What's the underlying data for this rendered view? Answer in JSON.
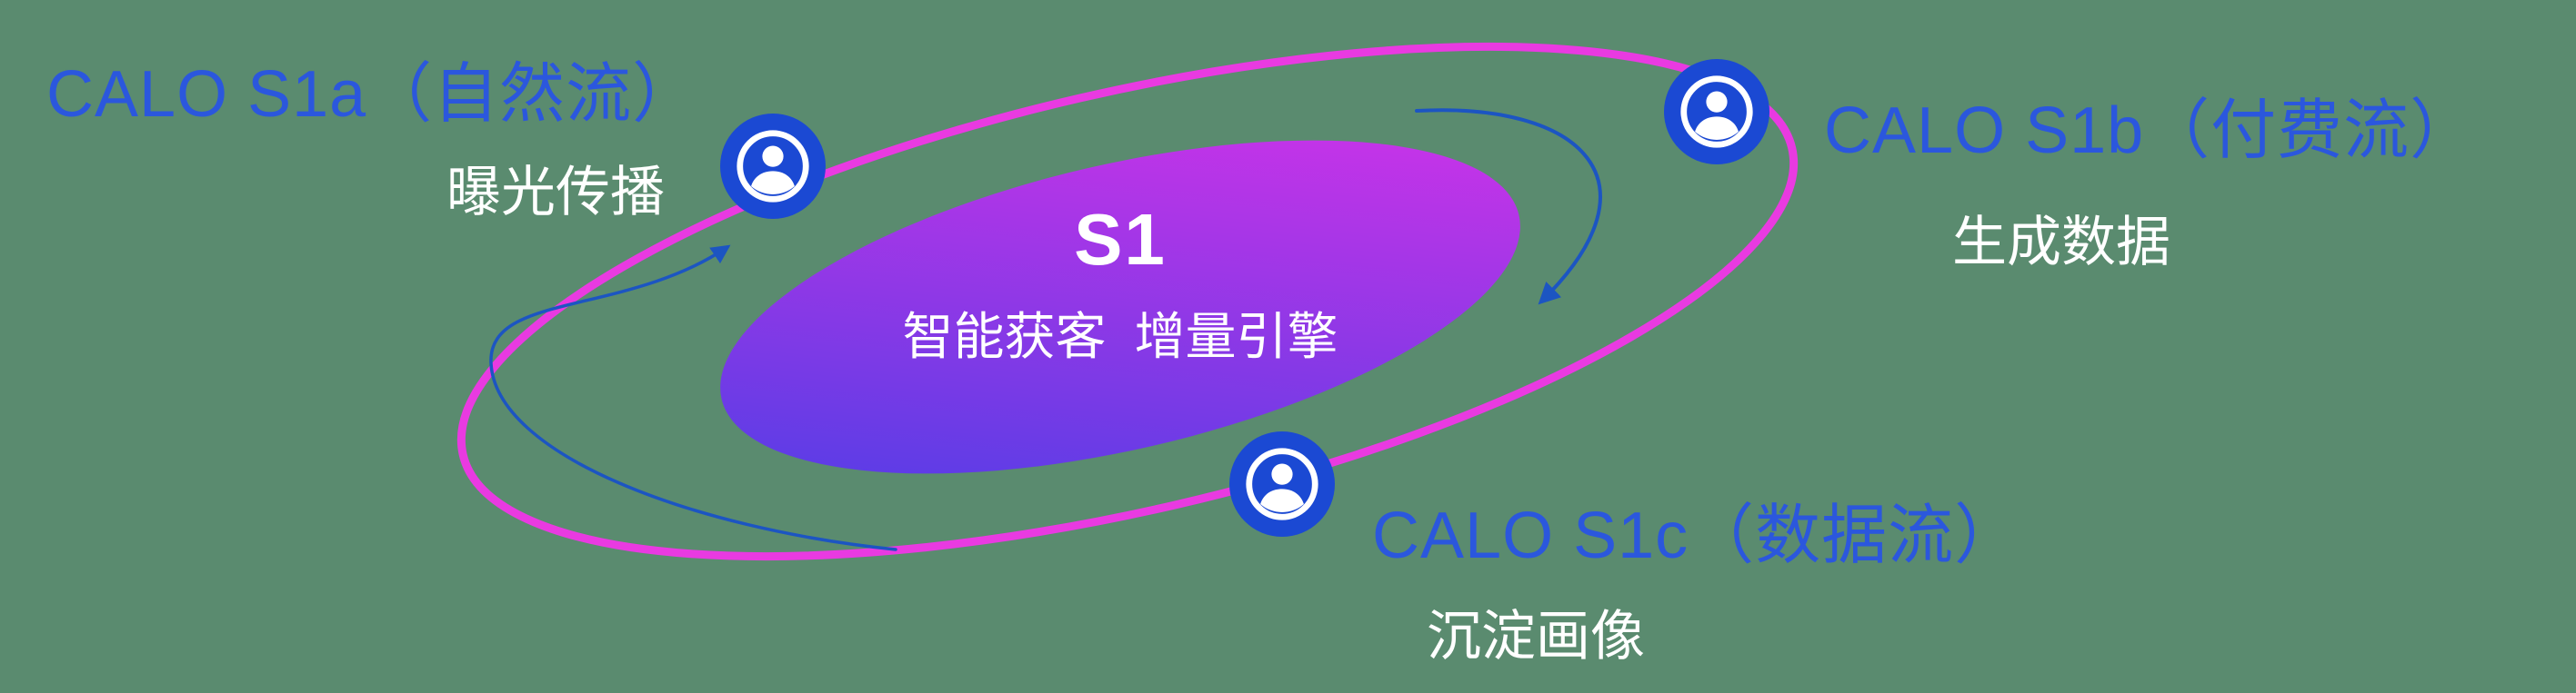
{
  "colors": {
    "background": "#5a8b6f",
    "label_blue": "#2b57dd",
    "text_white": "#ffffff",
    "node_blue": "#1b49d3",
    "ring_magenta": "#e93ae1",
    "arrow_blue": "#1c55c2",
    "gradient_blue": "#4a3ee5",
    "gradient_magenta": "#d832e8"
  },
  "center": {
    "title": "S1",
    "subtitle": "智能获客  增量引擎"
  },
  "nodes": [
    {
      "id": "s1a",
      "label": "CALO S1a（自然流）",
      "sublabel": "曝光传播"
    },
    {
      "id": "s1b",
      "label": "CALO S1b（付费流）",
      "sublabel": "生成数据"
    },
    {
      "id": "s1c",
      "label": "CALO S1c（数据流）",
      "sublabel": "沉淀画像"
    }
  ]
}
